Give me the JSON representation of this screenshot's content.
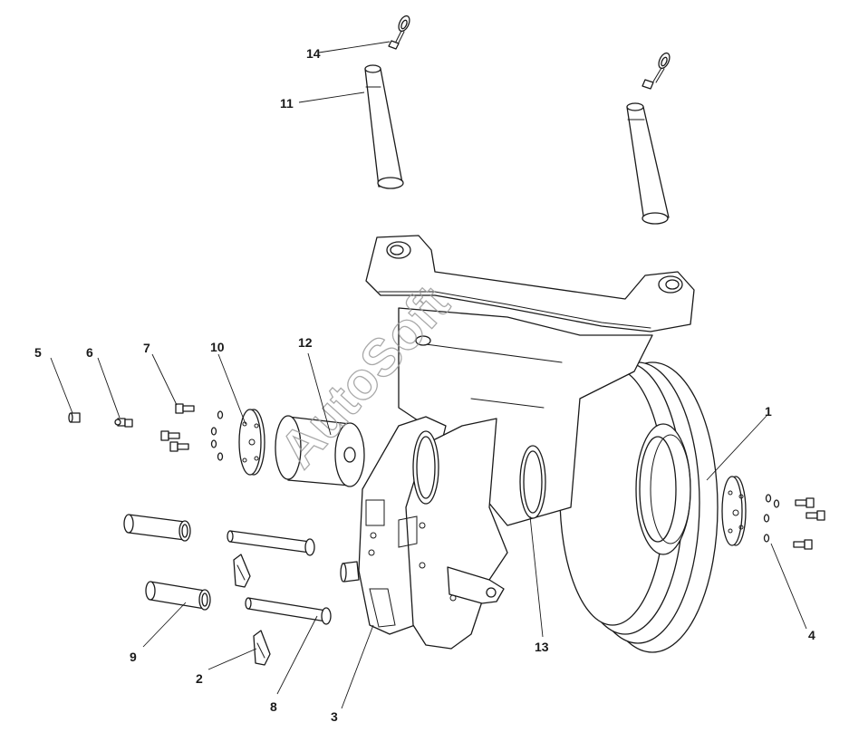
{
  "diagram": {
    "callouts": {
      "c1": "1",
      "c2": "2",
      "c3": "3",
      "c4": "4",
      "c5": "5",
      "c6": "6",
      "c7": "7",
      "c8": "8",
      "c9": "9",
      "c10": "10",
      "c11": "11",
      "c12": "12",
      "c13": "13",
      "c14": "14"
    },
    "watermark": "AutoSoft"
  }
}
